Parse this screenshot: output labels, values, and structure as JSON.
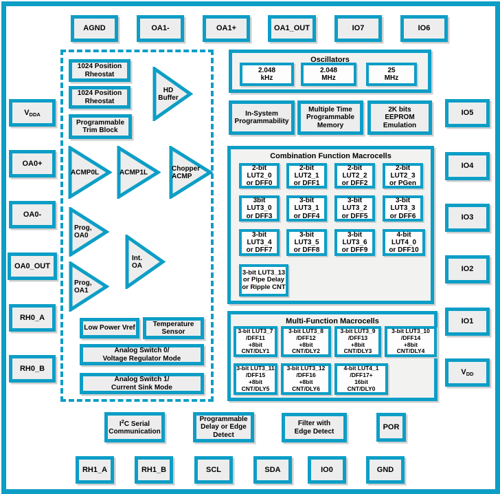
{
  "colors": {
    "accent_teal": "#0d9ec6",
    "box_fill": "#ededed",
    "section_fill": "#f2f2f1",
    "cell_fill": "#fdfdfd",
    "text": "#000000"
  },
  "pins": {
    "top": [
      "AGND",
      "OA1-",
      "OA1+",
      "OA1_OUT",
      "IO7",
      "IO6"
    ],
    "left": [
      {
        "base": "V",
        "sub": "DDA"
      },
      "OA0+",
      "OA0-",
      "OA0_OUT",
      "RH0_A",
      "RH0_B"
    ],
    "right": [
      "IO5",
      "IO4",
      "IO3",
      "IO2",
      "IO1",
      {
        "base": "V",
        "sub": "DD"
      }
    ],
    "bottom": [
      "RH1_A",
      "RH1_B",
      "SCL",
      "SDA",
      "IO0",
      "GND"
    ]
  },
  "analog": {
    "rheostat1": "1024 Position\nRheostat",
    "rheostat2": "1024 Position\nRheostat",
    "trim_block": "Programmable\nTrim Block",
    "hd_buffer": "HD\nBuffer",
    "acmp0l": "ACMP0L",
    "acmp1l": "ACMP1L",
    "chopper_acmp": "Chopper\nACMP",
    "prog_oa0": "Prog,\nOA0",
    "int_oa": "Int.\nOA",
    "prog_oa1": "Prog,\nOA1",
    "low_power_vref": "Low Power Vref",
    "temperature_sensor": "Temperature\nSensor",
    "analog_switch0": "Analog Switch 0/\nVoltage Regulator Mode",
    "analog_switch1": "Analog Switch 1/\nCurrent Sink Mode"
  },
  "oscillators": {
    "title": "Oscillators",
    "cells": [
      "2.048\nkHz",
      "2.048\nMHz",
      "25\nMHz"
    ]
  },
  "programmability": [
    "In-System\nProgrammability",
    "Multiple Time\nProgrammable\nMemory",
    "2K bits\nEEPROM\nEmulation"
  ],
  "cfm": {
    "title": "Combination Function Macrocells",
    "cells": [
      "2-bit\nLUT2_0\nor DFF0",
      "2-bit\nLUT2_1\nor DFF1",
      "2-bit\nLUT2_2\nor DFF2",
      "2-bit\nLUT2_3\nor PGen",
      "3bit\nLUT3_0\nor DFF3",
      "3-bit\nLUT3_1\nor DFF4",
      "3-bit\nLUT3_2\nor DFF5",
      "3-bit\nLUT3_3\nor DFF6",
      "3-bit\nLUT3_4\nor DFF7",
      "3-bit\nLUT3_5\nor DFF8",
      "3-bit\nLUT3_6\nor DFF9",
      "4-bit\nLUT4_0\nor DFF10"
    ],
    "extra": "3-bit LUT3_13\nor Pipe Delay\nor Ripple CNT"
  },
  "mfm": {
    "title": "Multi-Function Macrocells",
    "row1": [
      "3-bit LUT3_7\n/DFF11\n+8bit\nCNT/DLY1",
      "3-bit LUT3_8\n/DFF12\n+8bit\nCNT/DLY2",
      "3-bit LUT3_9\n/DFF13\n+8bit\nCNT/DLY3",
      "3-bit LUT3_10\n/DFF14\n+8bit\nCNT/DLY4"
    ],
    "row2": [
      "3-bit LUT3_11\n/DFF15\n+8bit\nCNT/DLY5",
      "3-bit LUT3_12\n/DFF16\n+8bit\nCNT/DLY6",
      "4-bit LUT4_1\n/DFF17+\n16bit\nCNT/DLY0"
    ]
  },
  "bottom_blocks": {
    "i2c": {
      "pre": "I",
      "sup": "2",
      "post": "C Serial\nCommunication"
    },
    "prog_delay": "Programmable\nDelay or Edge\nDetect",
    "filter": "Filter with\nEdge Detect",
    "por": "POR"
  }
}
